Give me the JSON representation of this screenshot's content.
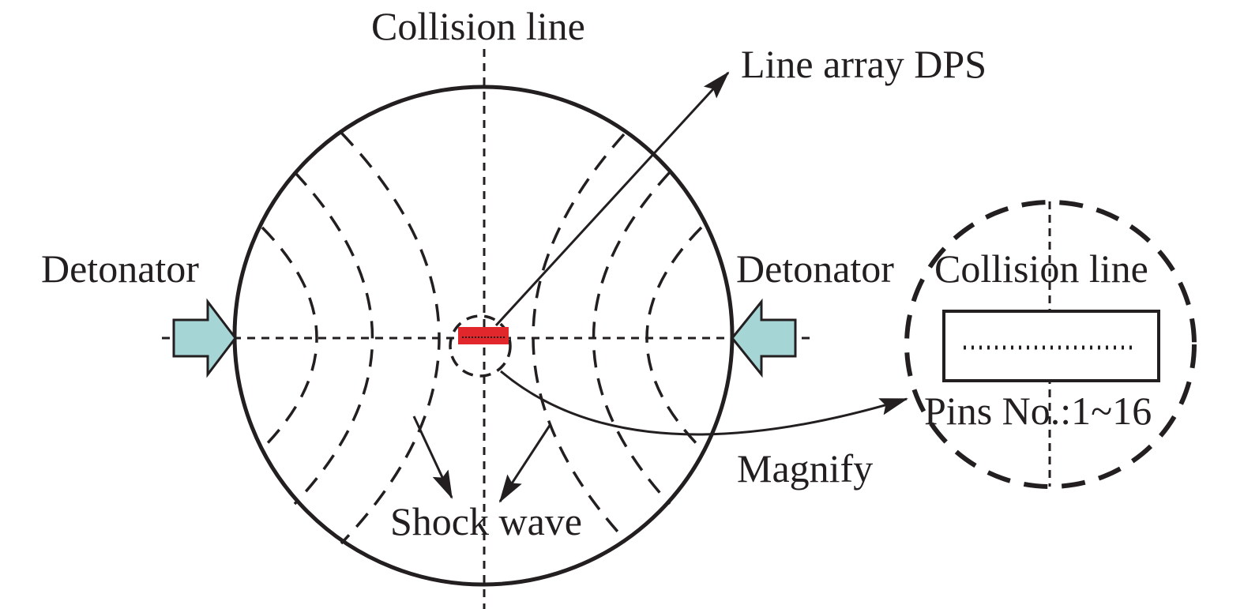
{
  "labels": {
    "collision_line_top": "Collision line",
    "line_array_dps": "Line array DPS",
    "detonator_left": "Detonator",
    "detonator_right": "Detonator",
    "collision_line_inset": "Collision line",
    "pins": "Pins No.:1~16",
    "magnify": "Magnify",
    "shock_wave": "Shock wave"
  },
  "colors": {
    "stroke": "#231f20",
    "detonator_arrow_fill": "#a6d5d5",
    "dps_fill": "#e1262c"
  }
}
